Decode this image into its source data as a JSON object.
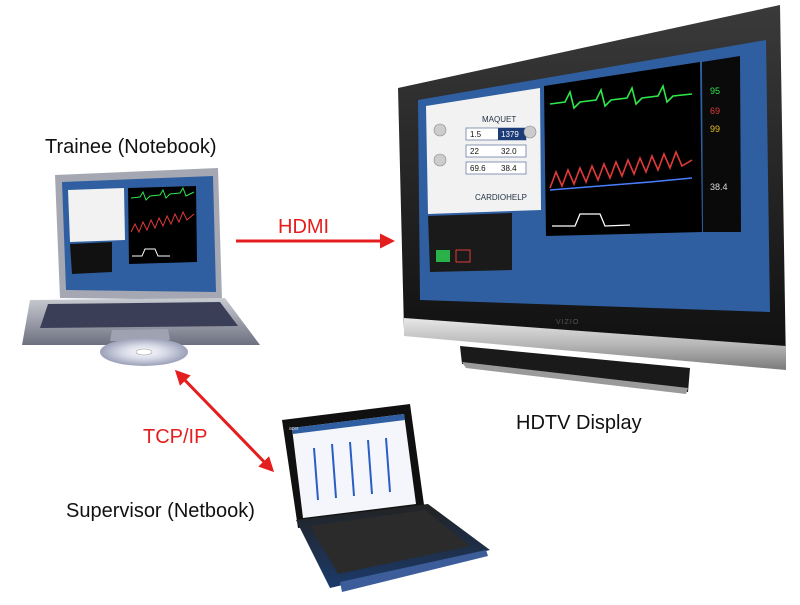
{
  "devices": {
    "trainee": {
      "label": "Trainee (Notebook)"
    },
    "hdtv": {
      "label": "HDTV Display",
      "brand": "VIZIO"
    },
    "supervisor": {
      "label": "Supervisor (Netbook)",
      "brand": "acer"
    }
  },
  "connections": {
    "hdmi": {
      "label": "HDMI"
    },
    "tcpip": {
      "label": "TCP/IP"
    }
  },
  "screen_content": {
    "device_top": "MAQUET",
    "device_bottom": "CARDIOHELP",
    "readouts": [
      "1.5",
      "1379",
      "22",
      "32.0",
      "69.6",
      "38.4"
    ],
    "side_values": [
      "95",
      "69",
      "99",
      "38.4"
    ]
  },
  "colors": {
    "arrow": "#e41e1e",
    "screen_bg": "#2f5fa0",
    "monitor_bg": "#000000",
    "wave_green": "#2ee84a",
    "wave_red": "#e23a3a",
    "wave_blue": "#4a7cff"
  }
}
